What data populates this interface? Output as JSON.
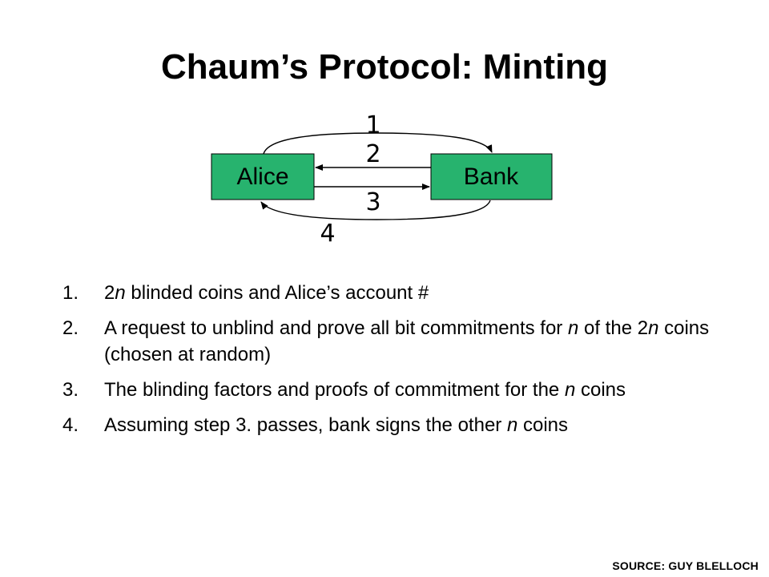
{
  "title": "Chaum’s Protocol: Minting",
  "diagram": {
    "nodes": {
      "alice": "Alice",
      "bank": "Bank"
    },
    "arrow_labels": [
      "1",
      "2",
      "3",
      "4"
    ],
    "node_fill": "#27b36e",
    "arrow_color": "#000000"
  },
  "steps": [
    {
      "marker": "1.",
      "parts": [
        {
          "text": "2",
          "italic": false
        },
        {
          "text": "n",
          "italic": true
        },
        {
          "text": " blinded coins and Alice’s account #",
          "italic": false
        }
      ]
    },
    {
      "marker": "2.",
      "parts": [
        {
          "text": "A request to unblind and prove all bit commitments for ",
          "italic": false
        },
        {
          "text": "n",
          "italic": true
        },
        {
          "text": " of the 2",
          "italic": false
        },
        {
          "text": "n",
          "italic": true
        },
        {
          "text": " coins (chosen at random)",
          "italic": false
        }
      ]
    },
    {
      "marker": "3.",
      "parts": [
        {
          "text": "The blinding factors and proofs of commitment for the ",
          "italic": false
        },
        {
          "text": "n",
          "italic": true
        },
        {
          "text": " coins",
          "italic": false
        }
      ]
    },
    {
      "marker": "4.",
      "parts": [
        {
          "text": "Assuming step 3. passes, bank signs the other ",
          "italic": false
        },
        {
          "text": "n",
          "italic": true
        },
        {
          "text": " coins",
          "italic": false
        }
      ]
    }
  ],
  "source": "SOURCE: GUY BLELLOCH"
}
